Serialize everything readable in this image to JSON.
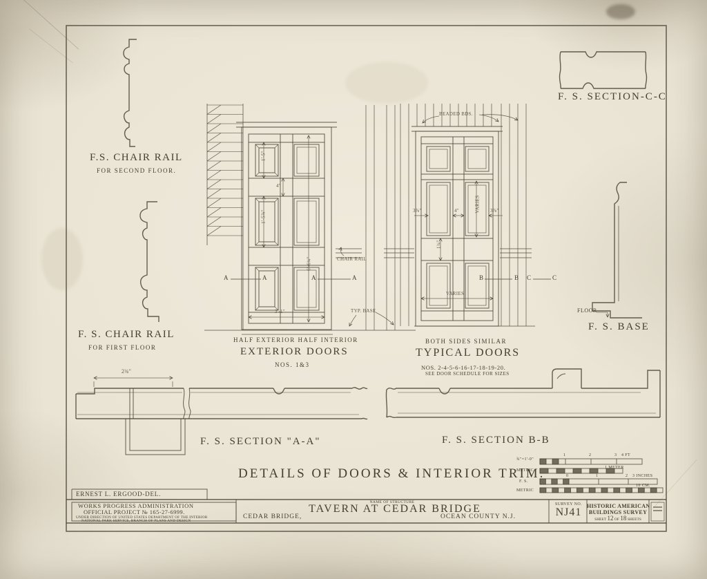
{
  "labels": {
    "section_cc": "F. S. SECTION-C-C",
    "chair_rail_second": {
      "title": "F.S. CHAIR RAIL",
      "sub": "FOR SECOND FLOOR."
    },
    "chair_rail_first": {
      "title": "F. S. CHAIR RAIL",
      "sub": "FOR FIRST FLOOR"
    },
    "exterior_doors": {
      "note": "HALF EXTERIOR HALF INTERIOR",
      "title": "EXTERIOR DOORS",
      "nos": "NOS. 1&3"
    },
    "typical_doors": {
      "note": "BOTH SIDES SIMILAR",
      "title": "TYPICAL DOORS",
      "nos": "NOS. 2-4-5-6-16-17-18-19-20.",
      "schedule": "SEE DOOR SCHEDULE FOR SIZES"
    },
    "fs_base": "F. S. BASE",
    "section_aa": "F. S. SECTION \"A-A\"",
    "section_bb": "F. S. SECTION B-B",
    "main_title": "DETAILS OF DOORS & INTERIOR TRIM."
  },
  "notes": {
    "beaded": "BEADED BDS.",
    "chair_rail": "CHAIR RAIL",
    "typ_base": "TYP. BASE",
    "floor": "FLOOR"
  },
  "dims": {
    "trim_width": "2¾\"",
    "panel_w_upper": "1'-5\"",
    "rail_w": "4\"",
    "panel_w_lower": "1'-5⅞\"",
    "door_height": "6'-6¾\"",
    "door_width": "3'-1\"",
    "stile_left": "3⅞\"",
    "stile_center": "4\"",
    "stile_right": "3⅞\"",
    "panel_varies": "VARIES",
    "lock_rail": "1¾\"",
    "width_varies": "VARIES",
    "marker_a": "A",
    "marker_b": "B",
    "marker_c": "C"
  },
  "scales": {
    "imperial": {
      "label": "¾\"=1'-0\"",
      "ticks": [
        "1",
        "2",
        "3"
      ],
      "end": "4 FT"
    },
    "metric_upper": {
      "label": "METRIC",
      "end": "1 METER"
    },
    "full_size": {
      "label": "F. S.",
      "ticks": [
        "0",
        "1",
        "2"
      ],
      "end": "3 INCHES"
    },
    "metric_lower": {
      "label": "METRIC",
      "end": "10 CM."
    }
  },
  "title_block": {
    "delineator": "ERNEST L. ERGOOD-DEL.",
    "wpa_line1": "WORKS PROGRESS ADMINISTRATION",
    "wpa_line2": "OFFICIAL PROJECT № 165-27-6999.",
    "wpa_line3": "UNDER DIRECTION OF UNITED STATES DEPARTMENT OF THE INTERIOR",
    "wpa_line4": "NATIONAL PARK SERVICE, BRANCH OF PLANS AND DESIGN",
    "name_of_structure_label": "NAME OF STRUCTURE",
    "structure_name": "TAVERN AT CEDAR BRIDGE",
    "town": "CEDAR BRIDGE,",
    "county": "OCEAN COUNTY N.J.",
    "survey_label": "SURVEY NO.",
    "survey_no": "NJ41",
    "habs_line1": "HISTORIC AMERICAN",
    "habs_line2": "BUILDINGS SURVEY",
    "sheet_prefix": "SHEET",
    "sheet_no": "12",
    "sheet_of": "OF",
    "sheet_total": "18",
    "sheet_suffix": "SHEETS"
  },
  "colors": {
    "ink": "#4b4437",
    "paper": "#e9e3d3"
  }
}
